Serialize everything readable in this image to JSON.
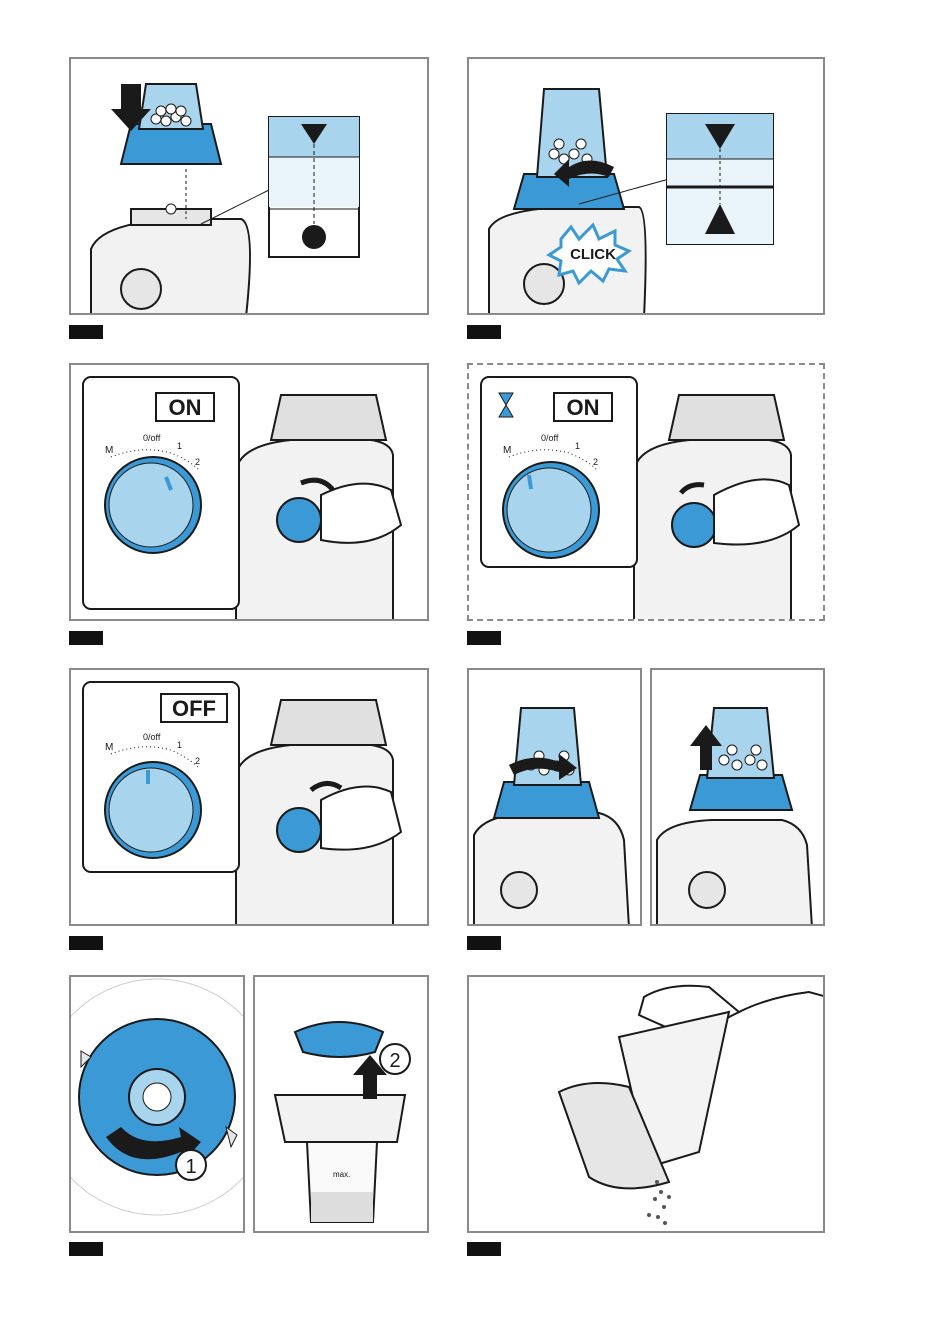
{
  "badges": {
    "on": "ON",
    "off": "OFF",
    "click": "CLICK"
  },
  "dial": {
    "mode_m": "M",
    "mode_off": "0/off",
    "speed_1": "1",
    "speed_2": "2"
  },
  "markers": {
    "step_1": "1",
    "step_2": "2",
    "max_label": "max."
  },
  "colors": {
    "accent_blue": "#3b9ad6",
    "light_blue": "#a8d4ee",
    "outline": "#1a1a1a",
    "panel_border": "#8a8a8a"
  }
}
